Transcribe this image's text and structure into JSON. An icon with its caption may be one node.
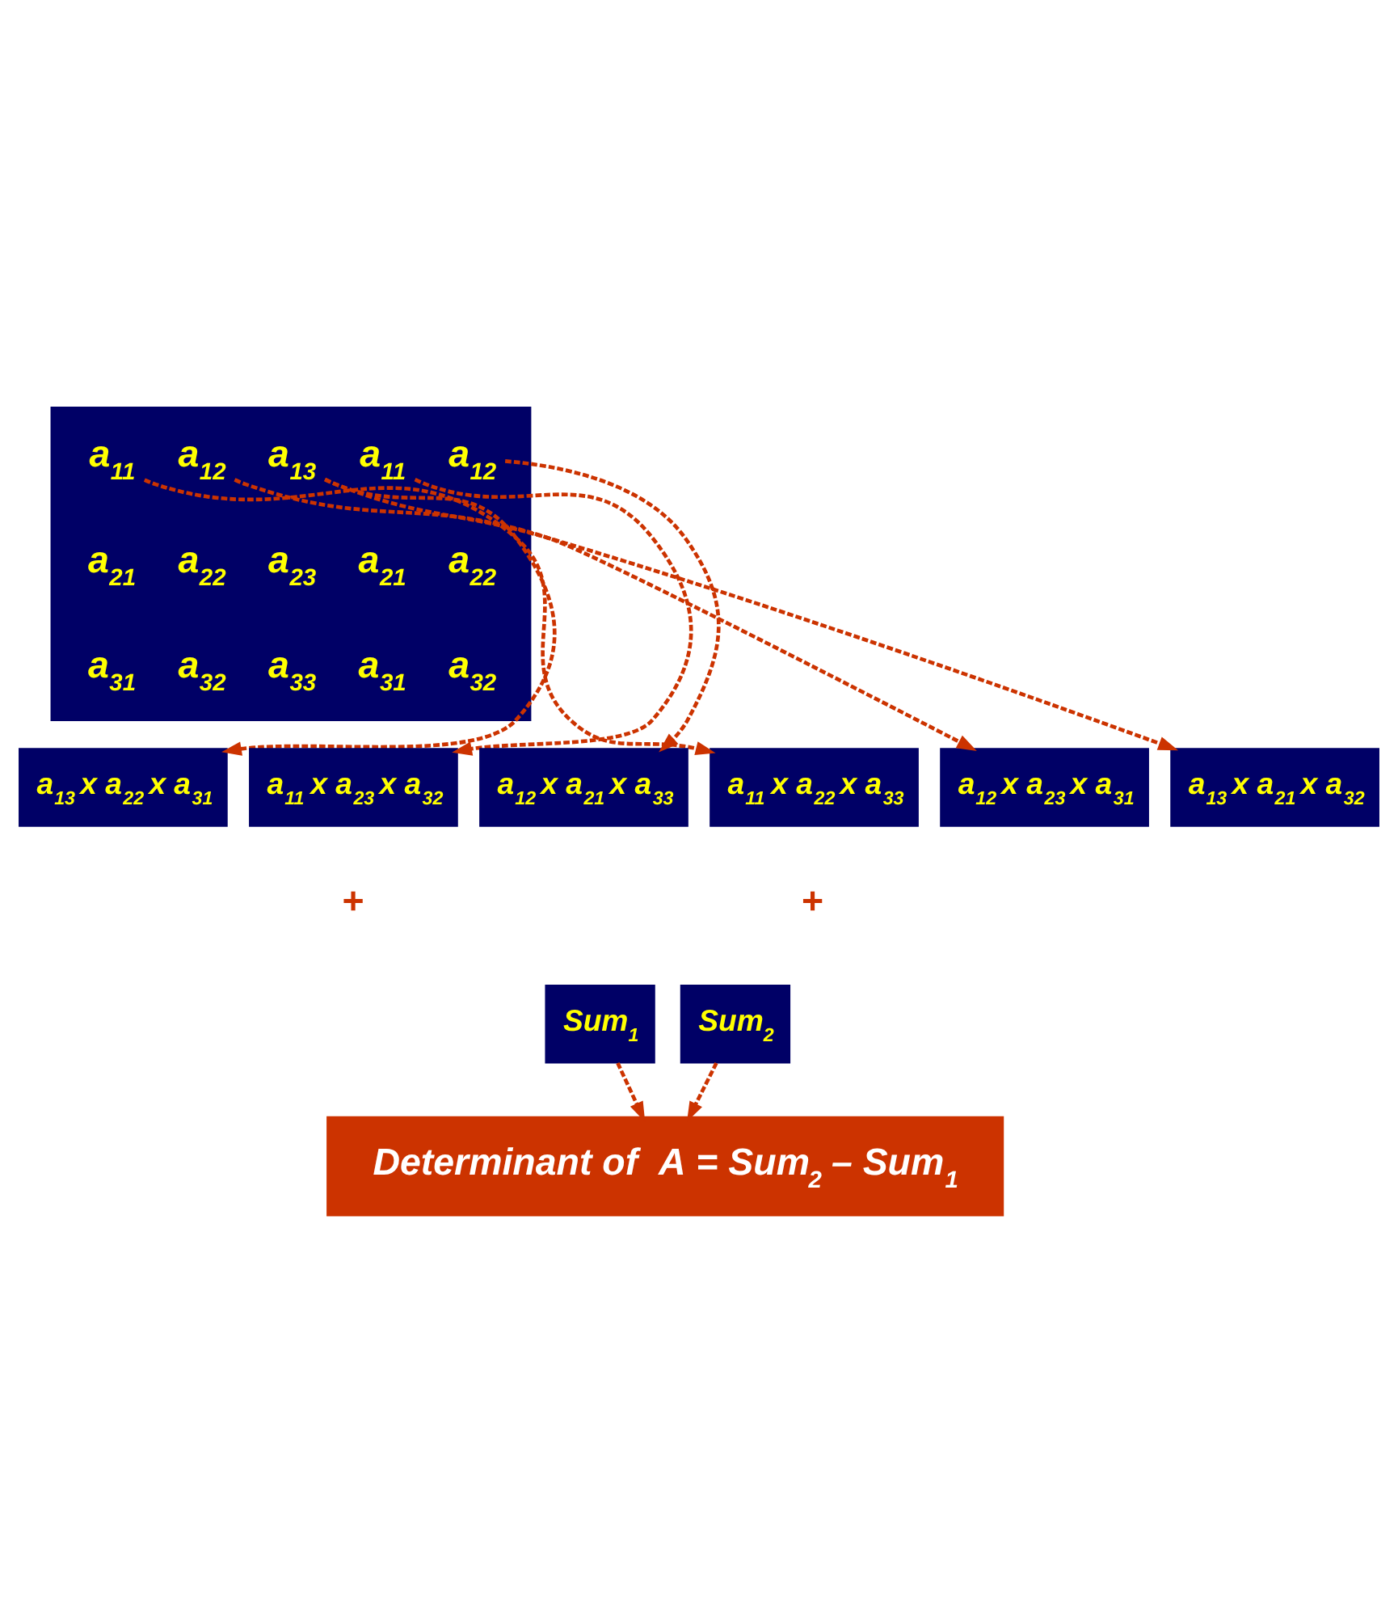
{
  "diagram": {
    "nodes": [
      {
        "text": [],
        "shape": "box"
      },
      {
        "text": [
          "a$_{11}$"
        ],
        "in": 0
      },
      {
        "text": [
          "a$_{12}$"
        ],
        "in": 0
      },
      {
        "text": [
          "a$_{13}$"
        ],
        "in": 0
      },
      {
        "text": [
          "a$_{11}$"
        ],
        "in": 0
      },
      {
        "text": [
          "a$_{12}$"
        ],
        "in": 0
      },
      {
        "text": [
          "a$_{21}$"
        ],
        "in": 0
      },
      {
        "text": [
          "a$_{22}$"
        ],
        "in": 0
      },
      {
        "text": [
          "a$_{23}$"
        ],
        "in": 0
      },
      {
        "text": [
          "a$_{21}$"
        ],
        "in": 0
      },
      {
        "text": [
          "a$_{22}$"
        ],
        "in": 0
      },
      {
        "text": [
          "a$_{31}$"
        ],
        "in": 0
      },
      {
        "text": [
          "a$_{32}$"
        ],
        "in": 0
      },
      {
        "text": [
          "a$_{33}$"
        ],
        "in": 0
      },
      {
        "text": [
          "a$_{31}$"
        ],
        "in": 0
      },
      {
        "text": [
          "a$_{32}$"
        ],
        "in": 0
      },
      {
        "text": [
          "a$_{13}$ x a$_{22}$ x a$_{31}$"
        ]
      },
      {
        "text": [
          "a$_{11}$ x a$_{23}$ x a$_{32}$"
        ]
      },
      {
        "text": [
          "a$_{12}$ x a$_{21}$ x a$_{33}$"
        ]
      },
      {
        "text": [
          "a$_{11}$ x a$_{22}$ x a$_{33}$"
        ]
      },
      {
        "text": [
          "a$_{12}$ x a$_{23}$ x a$_{31}$"
        ]
      },
      {
        "text": [
          "a$_{13}$ x a$_{21}$ x a$_{32}$"
        ]
      },
      {
        "text": [
          "Sum$_{1}$"
        ]
      },
      {
        "text": [
          "Sum$_{2}$"
        ]
      },
      {
        "text": [
          "Determinant of  A = Sum$_{2}$ – Sum$_{1}$"
        ]
      }
    ],
    "edges": [
      {
        "from": 3,
        "to": 16,
        "arrow": "to",
        "style": "dashed"
      },
      {
        "from": 4,
        "to": 17,
        "arrow": "to",
        "style": "dashed"
      },
      {
        "from": 5,
        "to": 18,
        "arrow": "to",
        "style": "dashed"
      },
      {
        "from": 1,
        "to": 19,
        "arrow": "to",
        "style": "dashed"
      },
      {
        "from": 2,
        "to": 20,
        "arrow": "to",
        "style": "dashed"
      },
      {
        "from": 3,
        "to": 21,
        "arrow": "to",
        "style": "dashed"
      },
      {
        "from": 22,
        "to": 24,
        "arrow": "to",
        "style": "dashed"
      },
      {
        "from": 23,
        "to": 24,
        "arrow": "to",
        "style": "dashed"
      }
    ],
    "labels": [
      "+",
      "+"
    ]
  }
}
